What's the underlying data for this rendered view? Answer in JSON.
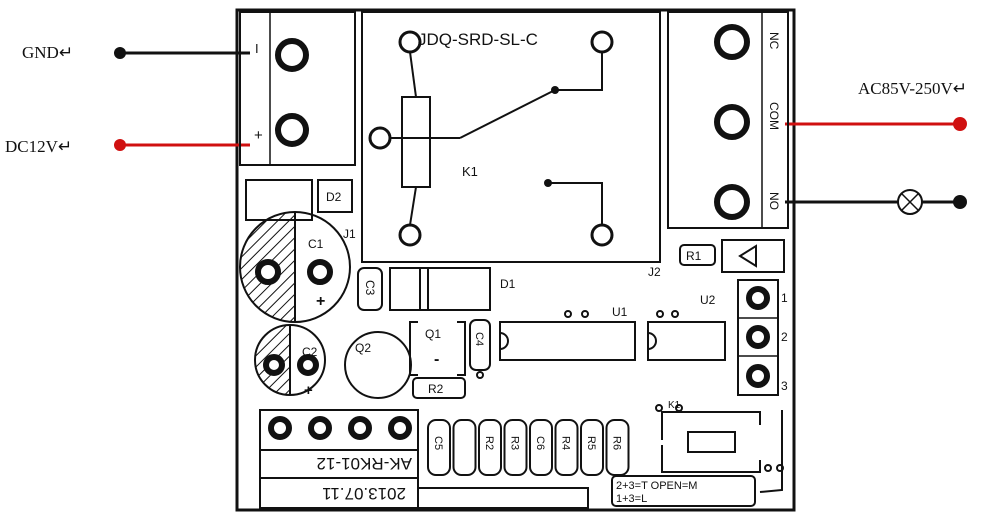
{
  "wires": {
    "gnd_label": "GND↵",
    "dc_label": "DC12V↵",
    "ac_label": "AC85V-250V↵",
    "colors": {
      "red": "#d01010",
      "black": "#111111"
    }
  },
  "terminals": {
    "power_minus": "I",
    "power_plus": "+",
    "nc": "NC",
    "com": "COM",
    "no": "NO"
  },
  "relay": {
    "model": "JDQ-SRD-SL-C",
    "ref": "K1"
  },
  "components": {
    "d2": "D2",
    "j1": "J1",
    "c1": "C1",
    "c1_plus": "+",
    "c2": "C2",
    "c2_plus": "+",
    "c3": "C3",
    "d1": "D1",
    "q1": "Q1",
    "q1_mark": "-",
    "q2": "Q2",
    "c4": "C4",
    "r2": "R2",
    "u1": "U1",
    "u2": "U2",
    "j2": "J2",
    "r1": "R1",
    "pins": [
      "1",
      "2",
      "3"
    ],
    "row": [
      "C5",
      "",
      "R2",
      "R3",
      "C6",
      "R4",
      "R5",
      "R6"
    ],
    "switch_ref": "K1"
  },
  "board": {
    "model": "AK-RK01-12",
    "date": "2013.07.11"
  },
  "switch_legend": {
    "line1": "2+3=T  OPEN=M",
    "line2": "1+3=L"
  }
}
